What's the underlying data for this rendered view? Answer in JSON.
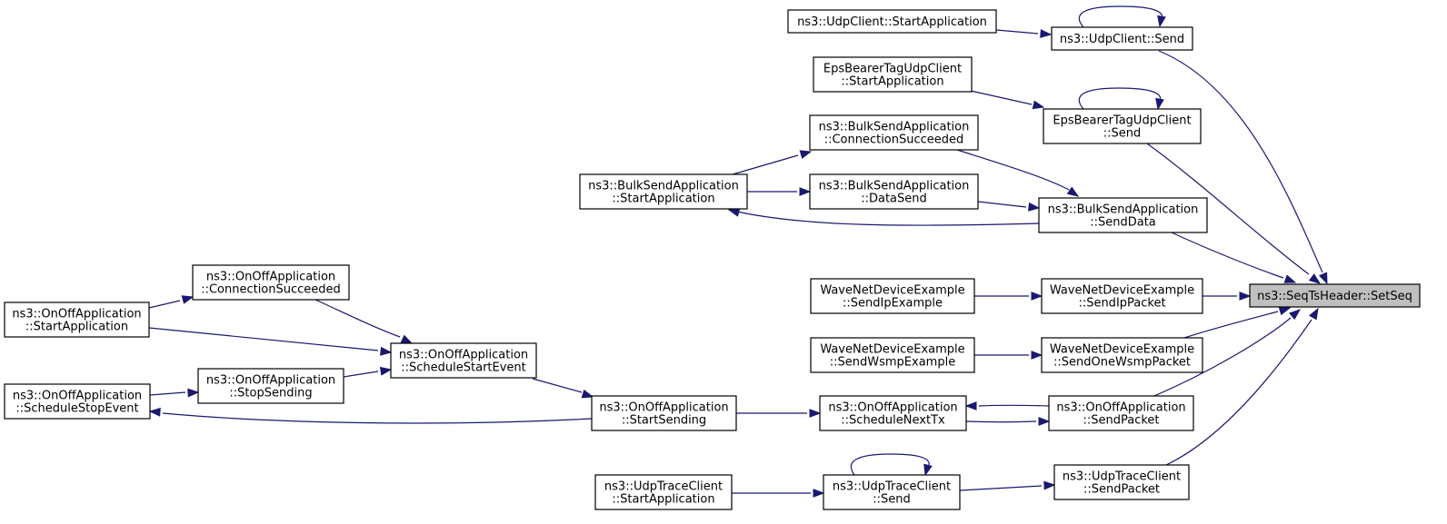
{
  "graph": {
    "edge_color": "#191970",
    "highlight_fill": "#bfbfbf",
    "nodes": [
      {
        "id": "setseq",
        "lines": [
          "ns3::SeqTsHeader::SetSeq"
        ],
        "highlight": true
      },
      {
        "id": "udpclient_send",
        "lines": [
          "ns3::UdpClient::Send"
        ]
      },
      {
        "id": "udpclient_start",
        "lines": [
          "ns3::UdpClient::StartApplication"
        ]
      },
      {
        "id": "eps_start",
        "lines": [
          "EpsBearerTagUdpClient",
          "::StartApplication"
        ]
      },
      {
        "id": "eps_send",
        "lines": [
          "EpsBearerTagUdpClient",
          "::Send"
        ]
      },
      {
        "id": "bulk_conn",
        "lines": [
          "ns3::BulkSendApplication",
          "::ConnectionSucceeded"
        ]
      },
      {
        "id": "bulk_start",
        "lines": [
          "ns3::BulkSendApplication",
          "::StartApplication"
        ]
      },
      {
        "id": "bulk_datasend",
        "lines": [
          "ns3::BulkSendApplication",
          "::DataSend"
        ]
      },
      {
        "id": "bulk_senddata",
        "lines": [
          "ns3::BulkSendApplication",
          "::SendData"
        ]
      },
      {
        "id": "wave_sendipex",
        "lines": [
          "WaveNetDeviceExample",
          "::SendIpExample"
        ]
      },
      {
        "id": "wave_sendippkt",
        "lines": [
          "WaveNetDeviceExample",
          "::SendIpPacket"
        ]
      },
      {
        "id": "wave_sendwsmpex",
        "lines": [
          "WaveNetDeviceExample",
          "::SendWsmpExample"
        ]
      },
      {
        "id": "wave_sendonewsmp",
        "lines": [
          "WaveNetDeviceExample",
          "::SendOneWsmpPacket"
        ]
      },
      {
        "id": "onoff_conn",
        "lines": [
          "ns3::OnOffApplication",
          "::ConnectionSucceeded"
        ]
      },
      {
        "id": "onoff_startapp",
        "lines": [
          "ns3::OnOffApplication",
          "::StartApplication"
        ]
      },
      {
        "id": "onoff_schedstart",
        "lines": [
          "ns3::OnOffApplication",
          "::ScheduleStartEvent"
        ]
      },
      {
        "id": "onoff_stopsending",
        "lines": [
          "ns3::OnOffApplication",
          "::StopSending"
        ]
      },
      {
        "id": "onoff_schedstop",
        "lines": [
          "ns3::OnOffApplication",
          "::ScheduleStopEvent"
        ]
      },
      {
        "id": "onoff_startsending",
        "lines": [
          "ns3::OnOffApplication",
          "::StartSending"
        ]
      },
      {
        "id": "onoff_schednext",
        "lines": [
          "ns3::OnOffApplication",
          "::ScheduleNextTx"
        ]
      },
      {
        "id": "onoff_sendpacket",
        "lines": [
          "ns3::OnOffApplication",
          "::SendPacket"
        ]
      },
      {
        "id": "udptrace_start",
        "lines": [
          "ns3::UdpTraceClient",
          "::StartApplication"
        ]
      },
      {
        "id": "udptrace_send",
        "lines": [
          "ns3::UdpTraceClient",
          "::Send"
        ]
      },
      {
        "id": "udptrace_sendpkt",
        "lines": [
          "ns3::UdpTraceClient",
          "::SendPacket"
        ]
      }
    ],
    "edges": [
      {
        "from": "udpclient_start",
        "to": "udpclient_send"
      },
      {
        "from": "udpclient_send",
        "to": "udpclient_send"
      },
      {
        "from": "udpclient_send",
        "to": "setseq"
      },
      {
        "from": "eps_start",
        "to": "eps_send"
      },
      {
        "from": "eps_send",
        "to": "eps_send"
      },
      {
        "from": "eps_send",
        "to": "setseq"
      },
      {
        "from": "bulk_start",
        "to": "bulk_conn"
      },
      {
        "from": "bulk_start",
        "to": "bulk_datasend"
      },
      {
        "from": "bulk_senddata",
        "to": "bulk_start"
      },
      {
        "from": "bulk_conn",
        "to": "bulk_senddata"
      },
      {
        "from": "bulk_datasend",
        "to": "bulk_senddata"
      },
      {
        "from": "bulk_senddata",
        "to": "setseq"
      },
      {
        "from": "wave_sendipex",
        "to": "wave_sendippkt"
      },
      {
        "from": "wave_sendippkt",
        "to": "setseq"
      },
      {
        "from": "wave_sendwsmpex",
        "to": "wave_sendonewsmp"
      },
      {
        "from": "wave_sendonewsmp",
        "to": "setseq"
      },
      {
        "from": "onoff_startapp",
        "to": "onoff_conn"
      },
      {
        "from": "onoff_conn",
        "to": "onoff_schedstart"
      },
      {
        "from": "onoff_startapp",
        "to": "onoff_schedstart"
      },
      {
        "from": "onoff_stopsending",
        "to": "onoff_schedstart"
      },
      {
        "from": "onoff_schedstop",
        "to": "onoff_stopsending"
      },
      {
        "from": "onoff_startsending",
        "to": "onoff_schedstop"
      },
      {
        "from": "onoff_schedstart",
        "to": "onoff_startsending"
      },
      {
        "from": "onoff_startsending",
        "to": "onoff_schednext"
      },
      {
        "from": "onoff_sendpacket",
        "to": "onoff_schednext"
      },
      {
        "from": "onoff_schednext",
        "to": "onoff_sendpacket"
      },
      {
        "from": "onoff_sendpacket",
        "to": "setseq"
      },
      {
        "from": "udptrace_start",
        "to": "udptrace_send"
      },
      {
        "from": "udptrace_send",
        "to": "udptrace_send"
      },
      {
        "from": "udptrace_send",
        "to": "udptrace_sendpkt"
      },
      {
        "from": "udptrace_sendpkt",
        "to": "setseq"
      }
    ]
  }
}
